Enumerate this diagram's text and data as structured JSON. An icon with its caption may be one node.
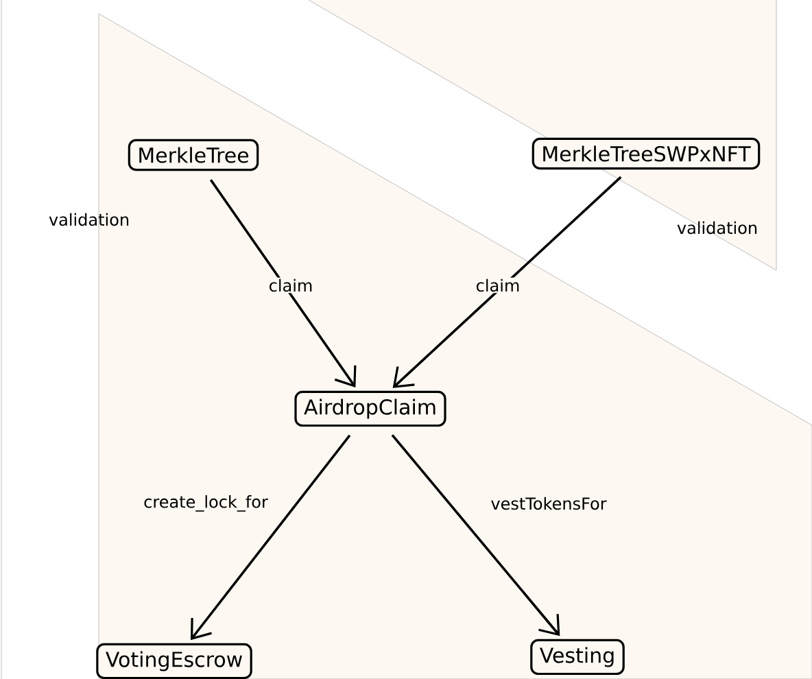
{
  "diagram": {
    "nodes": [
      {
        "text": [
          "MerkleTree"
        ]
      },
      {
        "text": [
          "MerkleTreeSWPxNFT"
        ]
      },
      {
        "text": [
          "AirdropClaim"
        ]
      },
      {
        "text": [
          "VotingEscrow"
        ]
      },
      {
        "text": [
          "Vesting"
        ]
      }
    ],
    "edges": [
      {
        "from": 0,
        "to": 2,
        "arrow": "to",
        "label": "claim"
      },
      {
        "from": 1,
        "to": 2,
        "arrow": "to",
        "label": "claim"
      },
      {
        "from": 2,
        "to": 3,
        "arrow": "to",
        "label": "create_lock_for"
      },
      {
        "from": 2,
        "to": 4,
        "arrow": "to",
        "label": "vestTokensFor"
      }
    ],
    "labels": [
      "validation",
      "validation"
    ]
  }
}
